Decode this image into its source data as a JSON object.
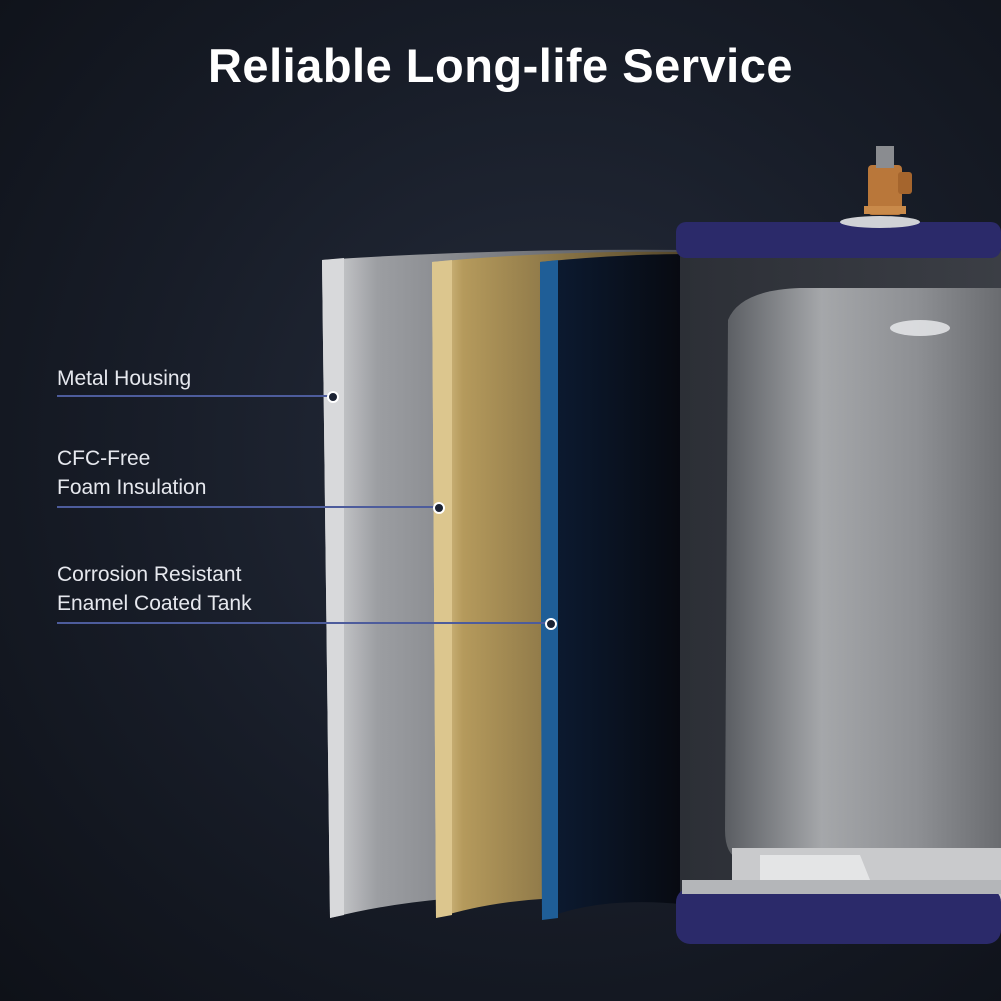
{
  "title": "Reliable Long-life Service",
  "layers": [
    {
      "label_lines": [
        "Metal Housing"
      ],
      "color": "#b9bbbd"
    },
    {
      "label_lines": [
        "CFC-Free",
        "Foam Insulation"
      ],
      "color": "#c8b179"
    },
    {
      "label_lines": [
        "Corrosion Resistant",
        "Enamel Coated Tank"
      ],
      "color": "#1d5a92"
    }
  ],
  "colors": {
    "background": "#171c27",
    "accent_line": "#4d5c9c",
    "tank_band": "#2b2a6a",
    "valve": "#b9773a"
  }
}
